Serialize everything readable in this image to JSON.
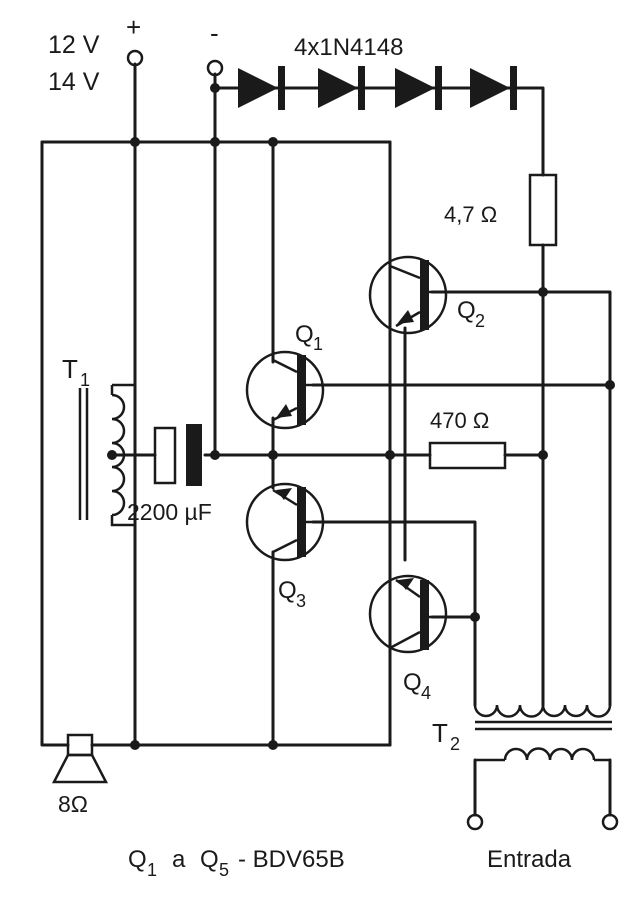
{
  "supply": {
    "voltage_top": "12 V",
    "voltage_bottom": "14 V",
    "plus": "+",
    "minus": "-"
  },
  "diodes": {
    "label": "4x1N4148"
  },
  "resistors": {
    "r1": "4,7 Ω",
    "r2": "470 Ω"
  },
  "capacitor": {
    "label": "2200 µF"
  },
  "transformers": {
    "t1_letter": "T",
    "t1_sub": "1",
    "t2_letter": "T",
    "t2_sub": "2"
  },
  "transistors": {
    "letter": "Q",
    "q1": "1",
    "q2": "2",
    "q3": "3",
    "q4": "4"
  },
  "speaker": {
    "label": "8Ω"
  },
  "footer": {
    "q_from": "Q",
    "q_from_sub": "1",
    "a": "a",
    "q_to": "Q",
    "q_to_sub": "5",
    "part": "- BDV65B",
    "input": "Entrada"
  },
  "colors": {
    "ink": "#1a1a1a",
    "paper": "#ffffff"
  }
}
